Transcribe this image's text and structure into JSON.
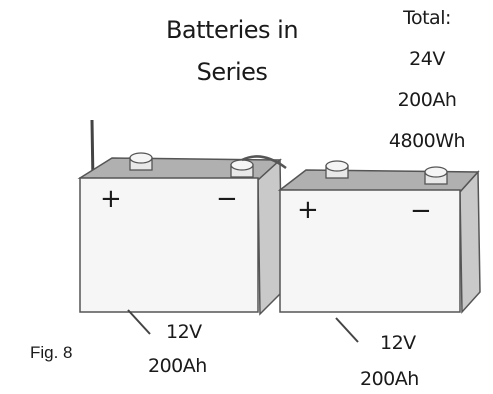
{
  "diagram": {
    "title_line1": "Batteries in",
    "title_line2": "Series",
    "total": {
      "heading": "Total:",
      "voltage": "24V",
      "capacity": "200Ah",
      "energy": "4800Wh"
    },
    "figure_label": "Fig. 8",
    "batteries": [
      {
        "plus": "+",
        "minus": "−",
        "voltage": "12V",
        "capacity": "200Ah"
      },
      {
        "plus": "+",
        "minus": "−",
        "voltage": "12V",
        "capacity": "200Ah"
      }
    ],
    "colors": {
      "case_front": "#f6f6f6",
      "case_side": "#c9c9c9",
      "case_top": "#b0b0b0",
      "outline": "#444444",
      "terminal": "#e8e8e8"
    }
  }
}
